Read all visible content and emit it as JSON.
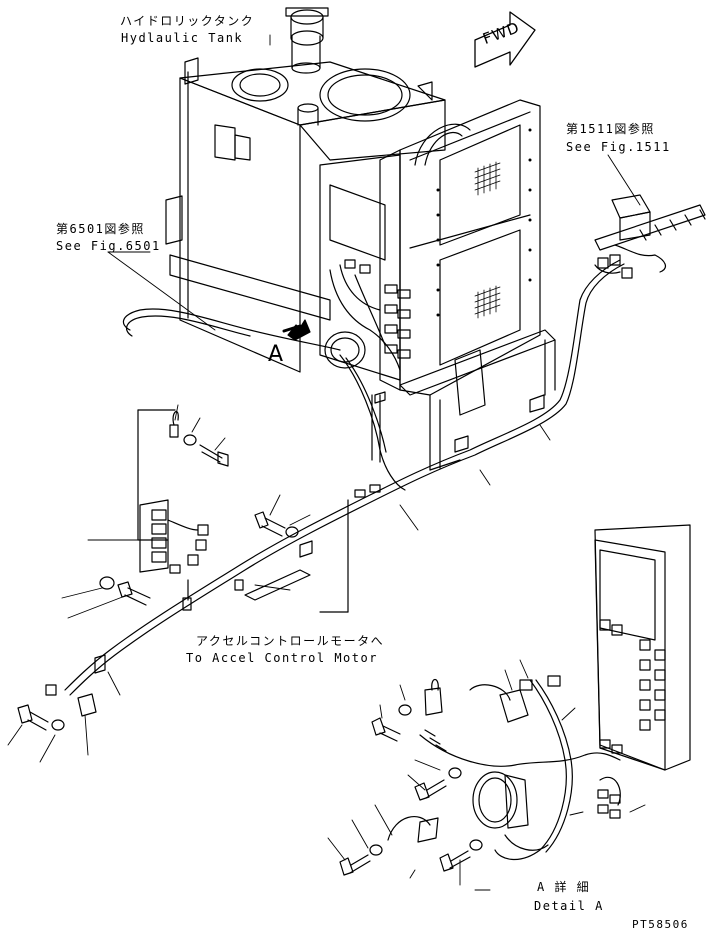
{
  "labels": {
    "tank_jp": "ハイドロリックタンク",
    "tank_en": "Hydlaulic Tank",
    "fig1511_jp": "第1511図参照",
    "fig1511_en": "See Fig.1511",
    "fig6501_jp": "第6501図参照",
    "fig6501_en": "See Fig.6501",
    "view_a": "A",
    "accel_jp": "アクセルコントロールモータへ",
    "accel_en": "To Accel Control Motor",
    "detail_jp": "A 詳 細",
    "detail_en": "Detail A",
    "fwd": "FWD",
    "code": "PT58506"
  },
  "icons": {
    "fwd_arrow": "fwd-arrow-icon",
    "view_arrow": "view-arrow-icon"
  }
}
